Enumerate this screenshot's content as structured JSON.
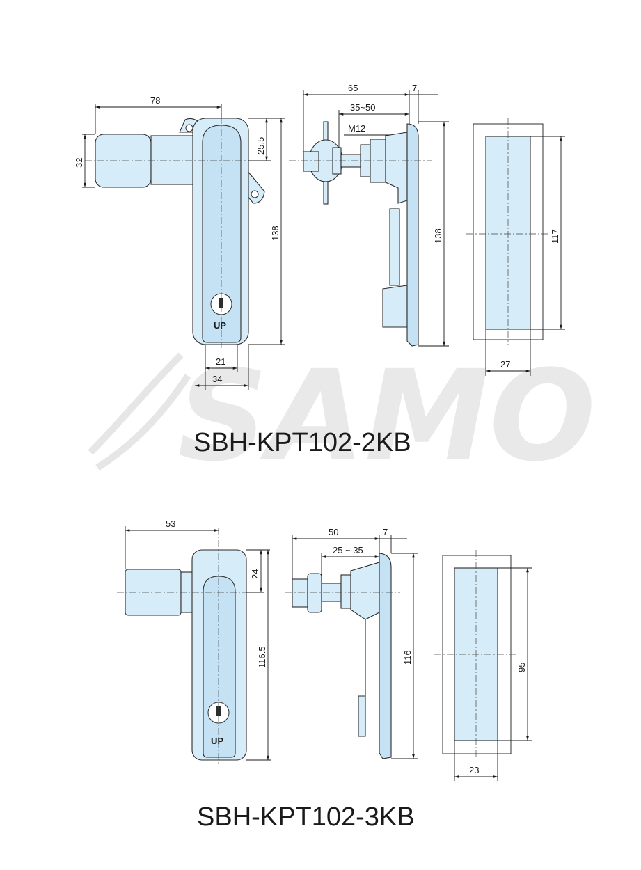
{
  "watermark": "SAMO",
  "drawings": [
    {
      "model": "SBH-KPT102-2KB",
      "front_labels": {
        "width_overall": "78",
        "handle_height": "32",
        "top_offset": "25.5",
        "height": "138",
        "key_label": "UP",
        "inner_width": "21",
        "outer_width": "34"
      },
      "side_labels": {
        "depth": "65",
        "flange": "7",
        "grip_range": "35~50",
        "thread": "M12",
        "height": "138"
      },
      "cutout_labels": {
        "height": "117",
        "width": "27"
      }
    },
    {
      "model": "SBH-KPT102-3KB",
      "front_labels": {
        "width_overall": "53",
        "top_offset": "24",
        "height": "116.5",
        "key_label": "UP"
      },
      "side_labels": {
        "depth": "50",
        "flange": "7",
        "grip_range": "25 ~ 35",
        "height": "116"
      },
      "cutout_labels": {
        "height": "95",
        "width": "23"
      }
    }
  ]
}
